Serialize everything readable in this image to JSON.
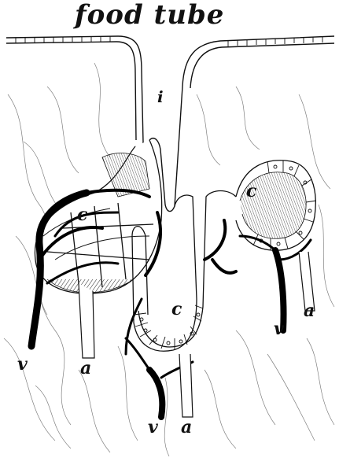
{
  "title": "food tube",
  "labels": {
    "i": "i",
    "c_left": "c",
    "c_right": "c",
    "c_center": "c",
    "v_left": "v",
    "a_left": "a",
    "v_right": "v",
    "a_right": "a",
    "v_bottom": "v",
    "a_bottom": "a"
  },
  "colors": {
    "ink": "#111111",
    "paper": "#ffffff"
  }
}
